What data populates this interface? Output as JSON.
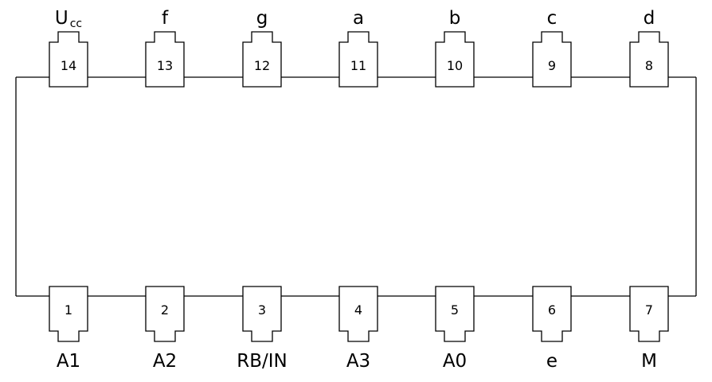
{
  "diagram": {
    "top_pins": [
      {
        "number": "14",
        "name": "U",
        "subscript": "cc"
      },
      {
        "number": "13",
        "name": "f"
      },
      {
        "number": "12",
        "name": "g"
      },
      {
        "number": "11",
        "name": "a"
      },
      {
        "number": "10",
        "name": "b"
      },
      {
        "number": "9",
        "name": "c"
      },
      {
        "number": "8",
        "name": "d"
      }
    ],
    "bottom_pins": [
      {
        "number": "1",
        "name": "A1"
      },
      {
        "number": "2",
        "name": "A2"
      },
      {
        "number": "3",
        "name": "RB/IN"
      },
      {
        "number": "4",
        "name": "A3"
      },
      {
        "number": "5",
        "name": "A0"
      },
      {
        "number": "6",
        "name": "e"
      },
      {
        "number": "7",
        "name": "M"
      }
    ]
  }
}
